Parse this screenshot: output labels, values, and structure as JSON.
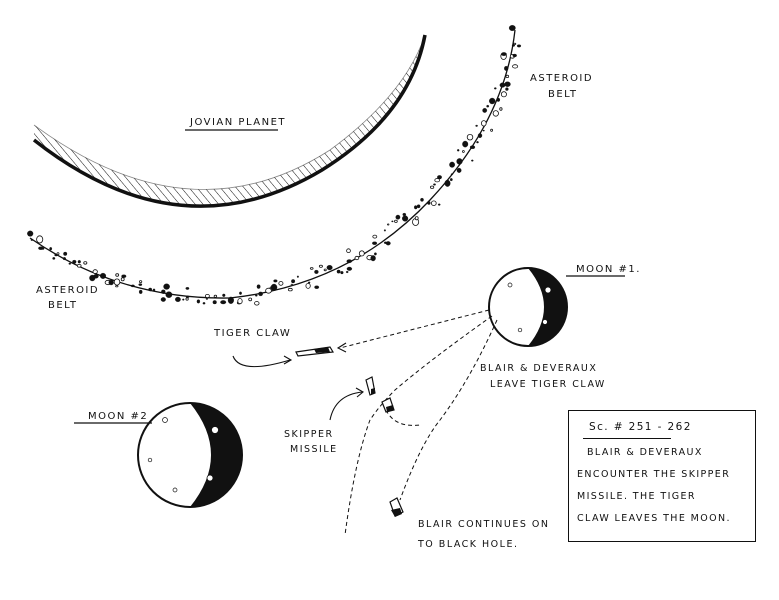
{
  "labels": {
    "jovian_planet": "JOVIAN PLANET",
    "asteroid_belt_top": [
      "ASTEROID",
      "BELT"
    ],
    "asteroid_belt_left": [
      "ASTEROID",
      "BELT"
    ],
    "moon_1": "MOON #1.",
    "moon_2": "MOON #2",
    "tiger_claw": "TIGER CLAW",
    "blair_leave": [
      "BLAIR & DEVERAUX",
      "LEAVE TIGER CLAW"
    ],
    "skipper_missile": [
      "SKIPPER",
      "MISSILE"
    ],
    "blair_continues": [
      "BLAIR CONTINUES ON",
      "TO BLACK HOLE."
    ]
  },
  "caption": {
    "scene": "Sc. # 251 - 262",
    "lines": [
      "BLAIR & DEVERAUX",
      "ENCOUNTER THE SKIPPER",
      "MISSILE. THE TIGER",
      "CLAW LEAVES THE MOON."
    ]
  }
}
